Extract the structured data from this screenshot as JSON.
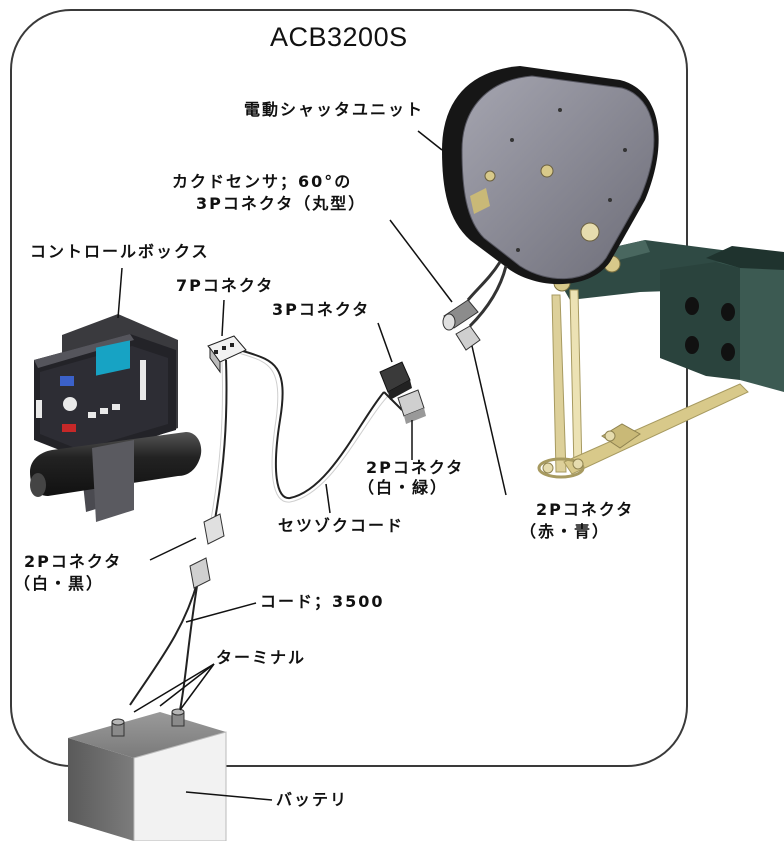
{
  "diagram": {
    "title": "ACB3200S",
    "labels": {
      "shutter_unit": "電動シャッタユニット",
      "angle_sensor_line1": "カクドセンサ；60°の",
      "angle_sensor_line2": "3Pコネクタ（丸型）",
      "control_box": "コントロールボックス",
      "connector_7p": "7Pコネクタ",
      "connector_3p": "3Pコネクタ",
      "connector_2p_wg_line1": "2Pコネクタ",
      "connector_2p_wg_line2": "（白・緑）",
      "connector_2p_rb_line1": "2Pコネクタ",
      "connector_2p_rb_line2": "（赤・青）",
      "connection_cord": "セツゾクコード",
      "connector_2p_wk_line1": "2Pコネクタ",
      "connector_2p_wk_line2": "（白・黒）",
      "cord_3500": "コード；3500",
      "terminal": "ターミナル",
      "battery": "バッテリ"
    },
    "colors": {
      "frame": "#3a3a3a",
      "bracket_green": "#2f4a44",
      "rod_yellow": "#d8c98a",
      "unit_face": "#8e8e9a",
      "unit_dark": "#1a1a1a",
      "battery": "#6e6e6e",
      "control_box": "#2a2a30",
      "lcd": "#17a3c4"
    }
  }
}
